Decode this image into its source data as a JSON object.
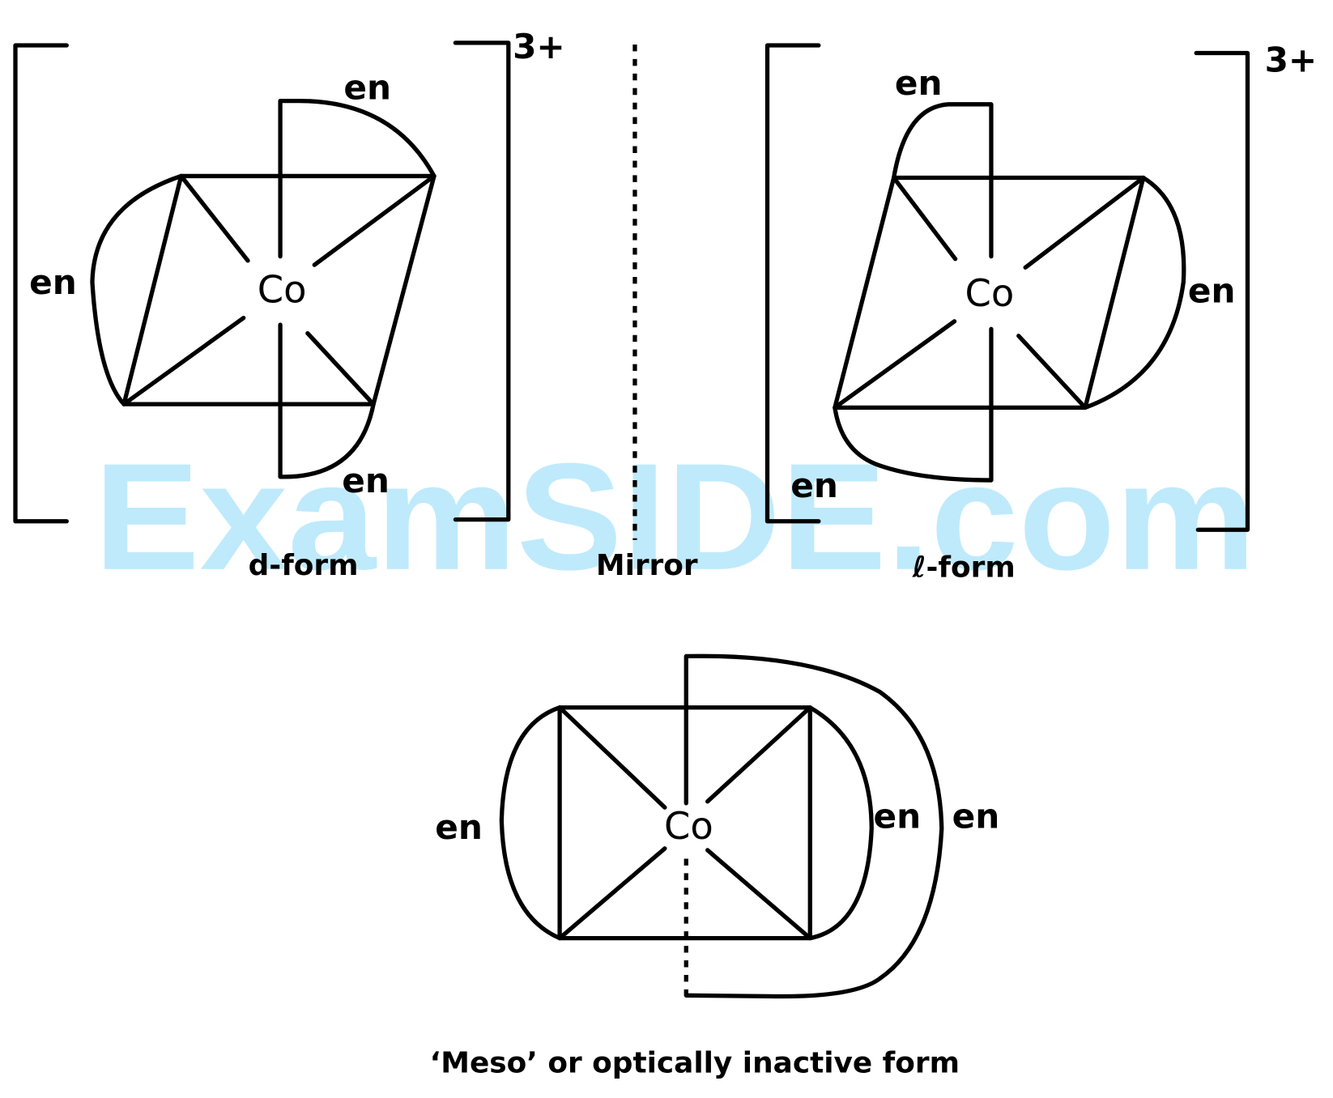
{
  "watermark": "ExamSIDE.com",
  "d_form": {
    "charge": "3+",
    "metal": "Co",
    "ligands": [
      "en",
      "en",
      "en"
    ],
    "caption": "d-form"
  },
  "mirror": {
    "caption": "Mirror"
  },
  "l_form": {
    "charge": "3+",
    "metal": "Co",
    "ligands": [
      "en",
      "en",
      "en"
    ],
    "caption": "ℓ-form"
  },
  "meso": {
    "metal": "Co",
    "ligands": [
      "en",
      "en",
      "en"
    ],
    "caption": "‘Meso’ or optically inactive form"
  }
}
